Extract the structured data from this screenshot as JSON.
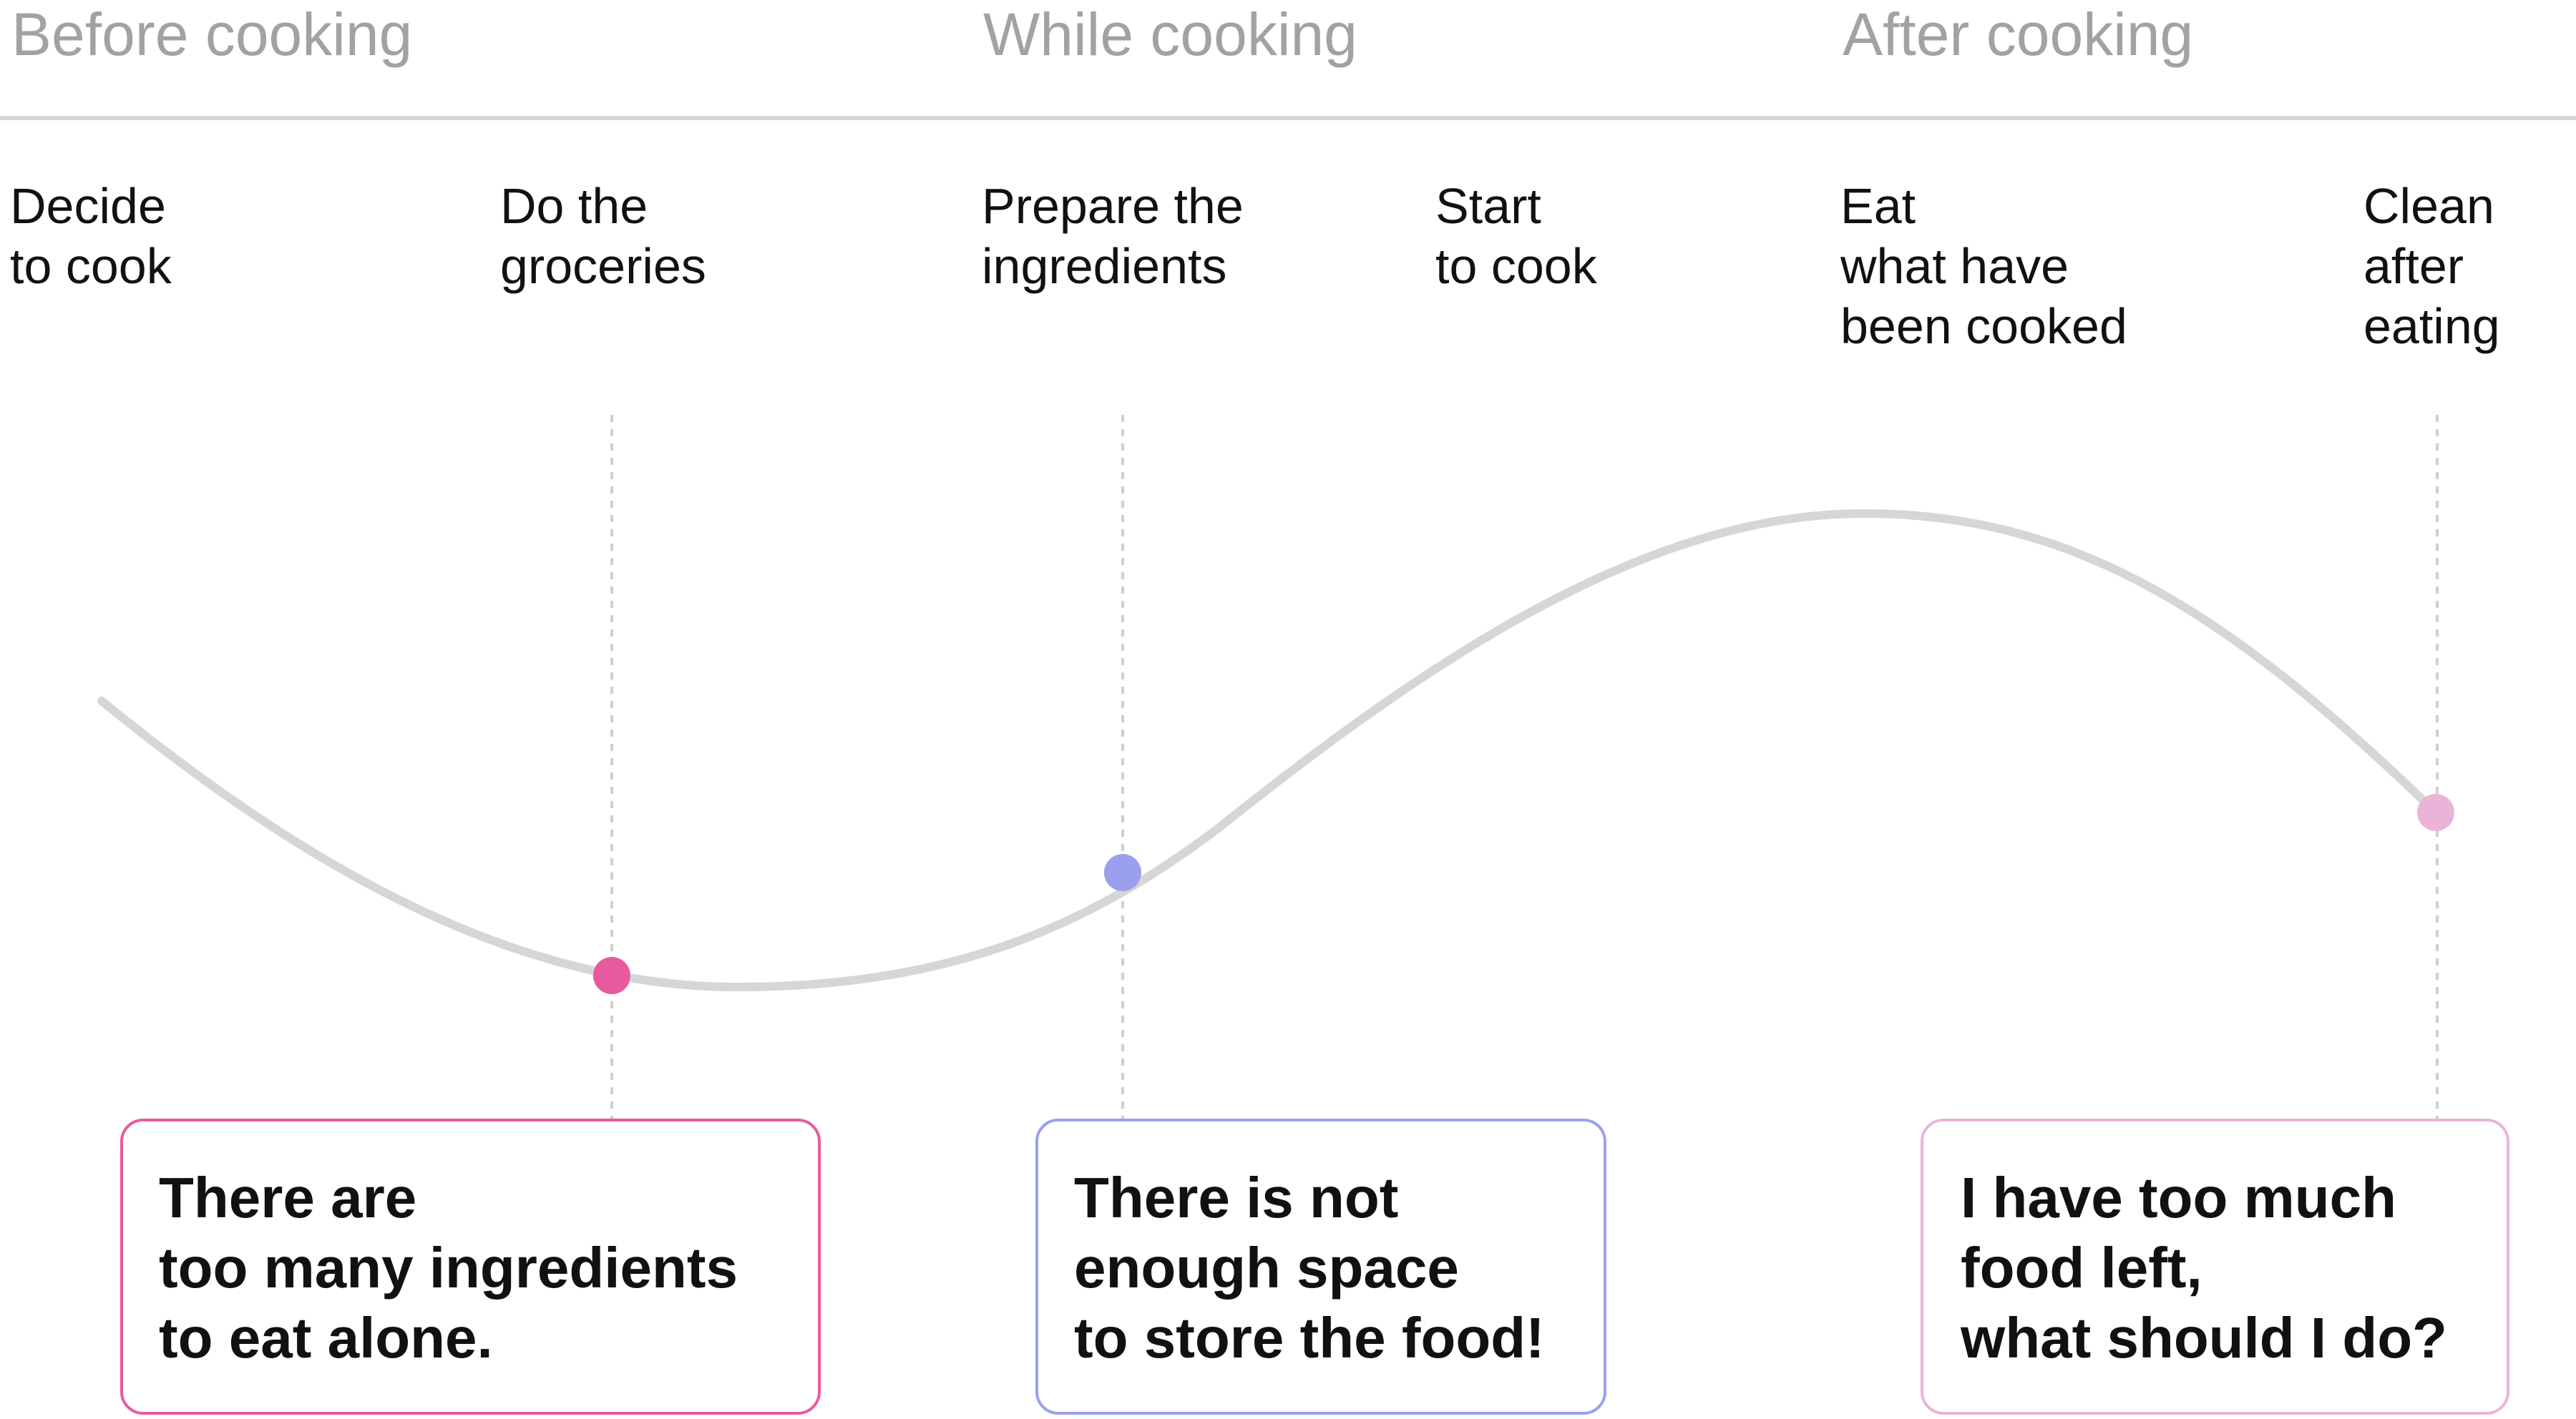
{
  "phases": {
    "before": "Before cooking",
    "while": "While cooking",
    "after": "After cooking"
  },
  "steps": [
    {
      "label": "Decide\nto cook"
    },
    {
      "label": "Do the\ngroceries"
    },
    {
      "label": "Prepare the\ningredients"
    },
    {
      "label": "Start\nto cook"
    },
    {
      "label": "Eat\nwhat have\nbeen cooked"
    },
    {
      "label": "Clean\nafter\neating"
    }
  ],
  "pain_points": [
    {
      "text": "There are\ntoo many ingredients\nto eat alone.",
      "color": "#e85a9e"
    },
    {
      "text": "There is not\nenough space\nto store the food!",
      "color": "#9aa0ee"
    },
    {
      "text": "I have too much\nfood left,\nwhat should I do?",
      "color": "#eab4d8"
    }
  ],
  "curve_color": "#d6d6d6",
  "guide_color": "#cfcfcf"
}
